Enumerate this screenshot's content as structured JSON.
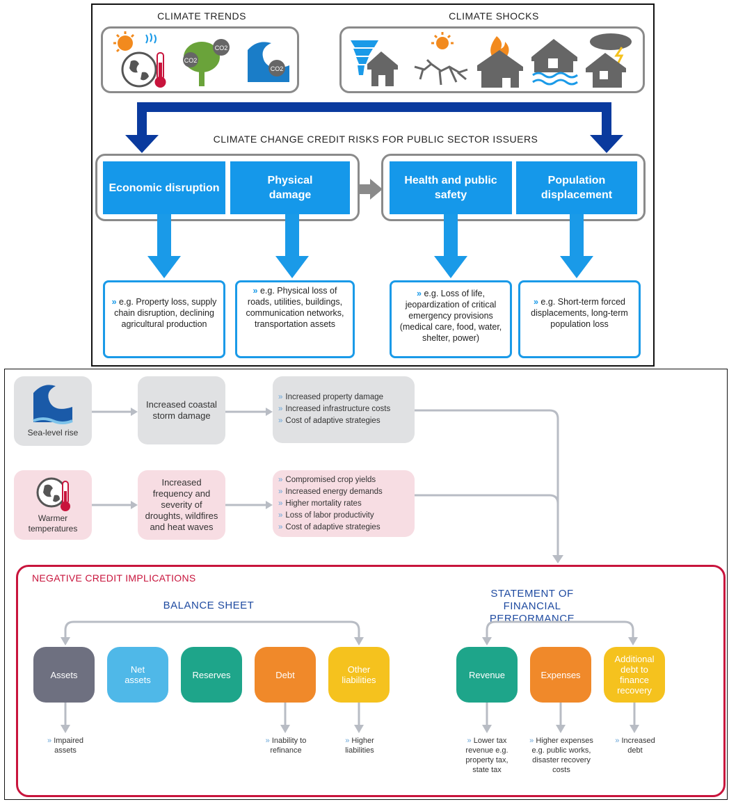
{
  "top": {
    "climate_trends_title": "CLIMATE TRENDS",
    "climate_shocks_title": "CLIMATE SHOCKS",
    "credit_risks_title": "CLIMATE CHANGE CREDIT RISKS FOR PUBLIC SECTOR ISSUERS",
    "trend_icons": [
      "sun-globe-thermometer-icon",
      "tree-co2-icon",
      "wave-co2-icon"
    ],
    "shock_icons": [
      "tornado-house-icon",
      "drought-sun-icon",
      "fire-house-icon",
      "flood-house-icon",
      "storm-house-icon"
    ],
    "co2_label": "CO2",
    "risks": [
      {
        "label": "Economic disruption",
        "effect": "e.g. Property loss, supply chain disruption, declining agricultural production"
      },
      {
        "label": "Physical damage",
        "effect": "e.g. Physical loss of roads, utilities, buildings, communication networks, transportation assets"
      },
      {
        "label": "Health and public safety",
        "effect": "e.g. Loss of life, jeopardization of critical emergency provisions (medical care, food, water, shelter, power)"
      },
      {
        "label": "Population displacement",
        "effect": "e.g. Short-term forced displacements, long-term population loss"
      }
    ],
    "bullet_glyph": "»",
    "colors": {
      "blue": "#1598ea",
      "navy": "#0a3a9e",
      "grey": "#8a8a8a"
    }
  },
  "bottom": {
    "sea_level": {
      "driver": "Sea-level rise",
      "impact": "Increased coastal storm damage",
      "bullets": [
        "Increased property damage",
        "Increased infrastructure costs",
        "Cost of adaptive strategies"
      ]
    },
    "warmer": {
      "driver": "Warmer temperatures",
      "impact": "Increased frequency and severity of droughts, wildfires and heat waves",
      "bullets": [
        "Compromised crop yields",
        "Increased energy demands",
        "Higher mortality rates",
        "Loss of labor productivity",
        "Cost of adaptive strategies"
      ]
    },
    "neg_title": "NEGATIVE CREDIT IMPLICATIONS",
    "balance_sheet_title": "BALANCE SHEET",
    "fin_perf_title": "STATEMENT OF FINANCIAL PERFORMANCE",
    "items": [
      {
        "label": "Assets",
        "color": "#6e7080",
        "note": "Impaired assets"
      },
      {
        "label": "Net assets",
        "color": "#4fb8e8",
        "note": ""
      },
      {
        "label": "Reserves",
        "color": "#1ea58a",
        "note": ""
      },
      {
        "label": "Debt",
        "color": "#f0892a",
        "note": "Inability to refinance"
      },
      {
        "label": "Other liabilities",
        "color": "#f5c21e",
        "note": "Higher liabilities"
      },
      {
        "label": "Revenue",
        "color": "#1ea58a",
        "note": "Lower tax revenue e.g. property tax, state tax"
      },
      {
        "label": "Expenses",
        "color": "#f0892a",
        "note": "Higher expenses e.g. public works, disaster recovery costs"
      },
      {
        "label": "Additional debt to finance recovery",
        "color": "#f5c21e",
        "note": "Increased debt"
      }
    ],
    "colors": {
      "red_frame": "#c8143c",
      "title_blue": "#1e4aa0",
      "grey_box": "#e0e1e3",
      "pink_box": "#f7dde3",
      "arrow": "#b8bcc4"
    }
  }
}
